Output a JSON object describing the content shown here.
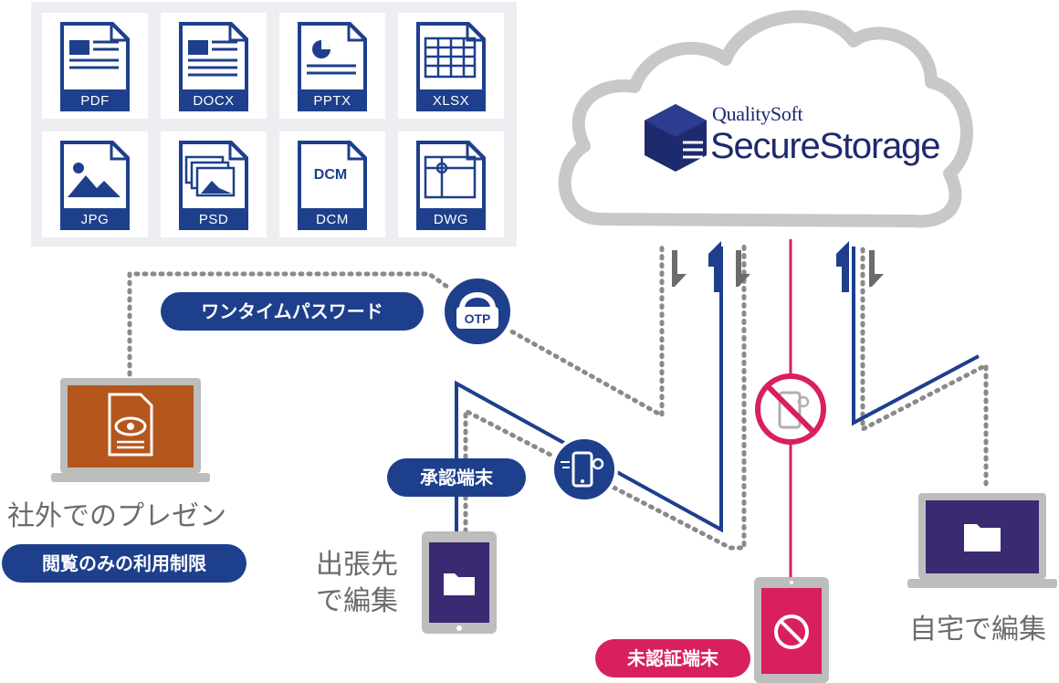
{
  "file_types": [
    "PDF",
    "DOCX",
    "PPTX",
    "XLSX",
    "JPG",
    "PSD",
    "DCM",
    "DWG"
  ],
  "dcm_icon_text": "DCM",
  "brand": {
    "line1": "QualitySoft",
    "line2": "SecureStorage"
  },
  "otp_badge": "OTP",
  "labels": {
    "otp": "ワンタイムパスワード",
    "approved_device": "承認端末",
    "unapproved_device": "未認証端末",
    "presentation": "社外でのプレゼン",
    "view_only": "閲覧のみの利用制限",
    "trip_line1": "出張先",
    "trip_line2": "で編集",
    "home_edit": "自宅で編集"
  },
  "colors": {
    "navy": "#1d3f8c",
    "dark_navy": "#1d2a6e",
    "pink": "#d8205f",
    "dotted_gray": "#8a8a8a",
    "cloud_gray": "#c8c8c8",
    "presentation_screen": "#b5561d",
    "device_screen": "#3a2a72"
  },
  "icons": [
    "pdf-file-icon",
    "docx-file-icon",
    "pptx-file-icon",
    "xlsx-file-icon",
    "jpg-file-icon",
    "psd-file-icon",
    "dcm-file-icon",
    "dwg-file-icon",
    "otp-lock-icon",
    "approved-phone-icon",
    "blocked-phone-icon",
    "folder-icon",
    "view-document-icon",
    "no-entry-icon"
  ]
}
